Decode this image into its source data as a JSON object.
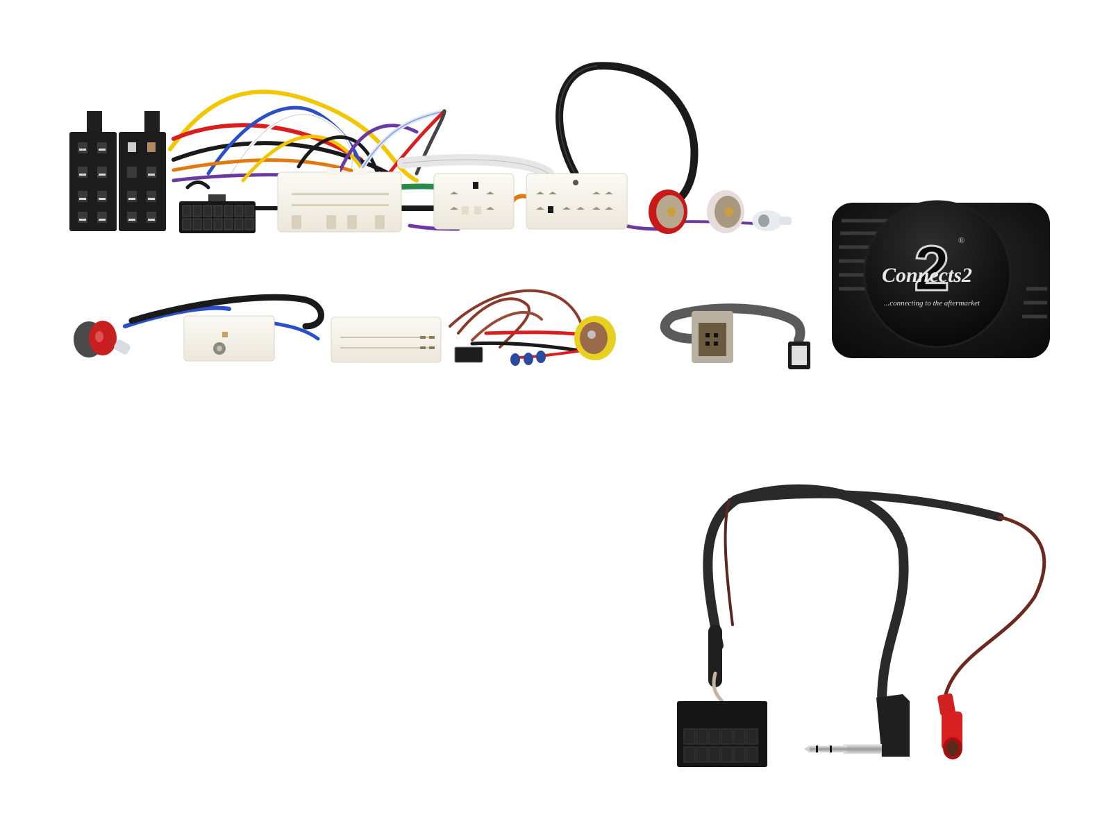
{
  "scene": {
    "type": "product-photo",
    "background": "#ffffff",
    "subject": "Steering wheel control interface kit with vehicle wiring harnesses"
  },
  "interface_box": {
    "brand_logo": "Connects2",
    "brand_mark": "2",
    "registered_mark": "®",
    "tagline": "...connecting to the aftermarket",
    "body_color": "#141414"
  },
  "components": [
    {
      "id": "iso-connectors",
      "label": "ISO black connectors",
      "color": "#1a1a1a"
    },
    {
      "id": "small-black-plug-16pin",
      "label": "16-pin black plug",
      "color": "#1a1a1a"
    },
    {
      "id": "white-multipin-connector-1",
      "label": "White multi-pin connector",
      "color": "#f2efe6"
    },
    {
      "id": "white-connector-small",
      "label": "White 6-pin connector",
      "color": "#f2efe6"
    },
    {
      "id": "white-connector-medium",
      "label": "White 10-pin connector",
      "color": "#f2efe6"
    },
    {
      "id": "rca-red",
      "label": "Red RCA plug",
      "color": "#d42020"
    },
    {
      "id": "rca-white",
      "label": "White RCA plug",
      "color": "#e8e0e0"
    },
    {
      "id": "antenna-plug",
      "label": "Antenna plug",
      "color": "#d0d0d0"
    },
    {
      "id": "antenna-adapter",
      "label": "Antenna adapter with red tip",
      "color": "#c82020"
    },
    {
      "id": "white-antenna-connector",
      "label": "White antenna connector",
      "color": "#f2efe6"
    },
    {
      "id": "white-multipin-connector-2",
      "label": "White 20-pin connector",
      "color": "#f2efe6"
    },
    {
      "id": "yellow-rca",
      "label": "Yellow RCA video plug",
      "color": "#e8d020"
    },
    {
      "id": "blue-crimp-terminals",
      "label": "Blue crimp terminals",
      "color": "#2a4aa0"
    },
    {
      "id": "usb-adapter",
      "label": "USB adapter",
      "color": "#555555"
    },
    {
      "id": "patch-lead",
      "label": "Patch lead with 3.5mm jack and red connector",
      "color": "#222222"
    }
  ],
  "wire_colors": [
    "#f2c600",
    "#d81e1e",
    "#1a1a1a",
    "#2b4fc7",
    "#ffffff",
    "#6a3aa0",
    "#e07a10",
    "#2a8a4a",
    "#8a8a8a",
    "#7a3a2a"
  ]
}
